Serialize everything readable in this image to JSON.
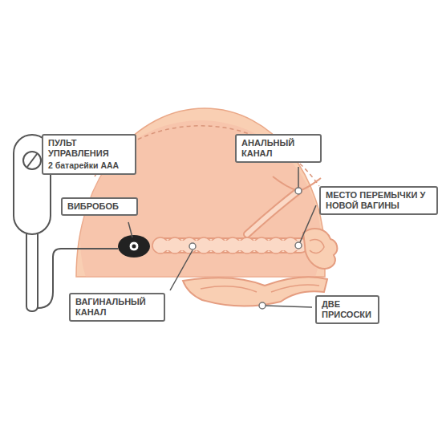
{
  "diagram": {
    "nodes": [
      {
        "text": [
          "ПУЛЬТ УПРАВЛЕНИЯ",
          "2 батарейки ААА"
        ]
      },
      {
        "text": [
          "АНАЛЬНЫЙ КАНАЛ"
        ]
      },
      {
        "text": [
          "ВИБРОБОБ"
        ]
      },
      {
        "text": [
          "МЕСТО ПЕРЕМЫЧКИ У НОВОЙ ВАГИНЫ"
        ]
      },
      {
        "text": [
          "ВАГИНАЛЬНЫЙ КАНАЛ"
        ]
      },
      {
        "text": [
          "ДВЕ ПРИСОСКИ"
        ]
      }
    ]
  }
}
